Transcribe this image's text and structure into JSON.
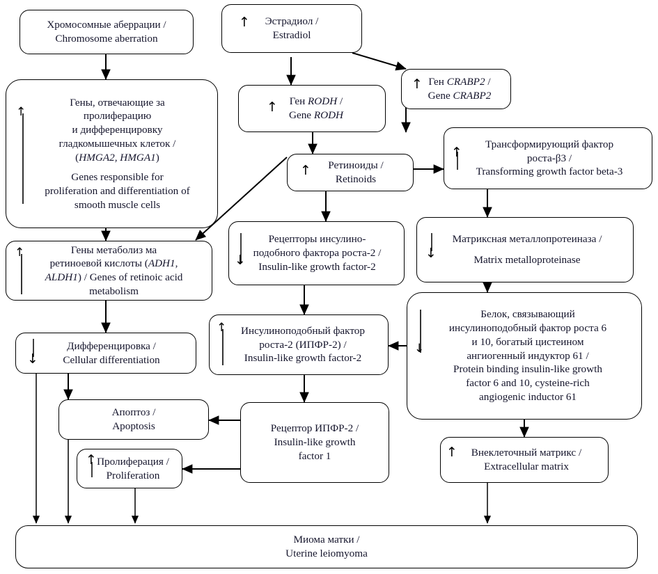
{
  "diagram": {
    "title": "Pathogenesis scheme of uterine leiomyoma",
    "language": "ru/en bilingual",
    "nodes": [
      {
        "id": "chrom_aberr",
        "ru": "Хромосомные аберрации /",
        "en": "Chromosome aberration",
        "marker": "none"
      },
      {
        "id": "estradiol",
        "ru": "Эстрадиол /",
        "en": "Estradiol",
        "marker": "up"
      },
      {
        "id": "crabp2",
        "ru": "Ген CRABP2 /",
        "en": "Gene CRABP2",
        "marker": "up",
        "italic_ru": "CRABP2",
        "italic_en": "CRABP2"
      },
      {
        "id": "rodh",
        "ru": "Ген RODH /",
        "en": "Gene RODH",
        "marker": "up",
        "italic_ru": "RODH",
        "italic_en": "RODH"
      },
      {
        "id": "hmga",
        "ru_lines": [
          "Гены, отвечающие за",
          "пролиферацию",
          "и дифференцировку",
          "гладкомышечных клеток /",
          "(HMGA2, HMGA1)"
        ],
        "en_lines": [
          "Genes responsible for",
          "proliferation and differentiation of",
          "smooth muscle cells"
        ],
        "marker": "up-long"
      },
      {
        "id": "retinoids",
        "ru": "Ретиноиды /",
        "en": "Retinoids",
        "marker": "up"
      },
      {
        "id": "tgfb3",
        "ru_lines": [
          "Трансформирующий фактор",
          "роста-β3 /"
        ],
        "en_lines": [
          "Transforming growth factor beta-3"
        ],
        "marker": "up"
      },
      {
        "id": "igf2r",
        "ru_lines": [
          "Рецепторы инсулино-",
          "подобного  фактора роста-2 /"
        ],
        "en_lines": [
          "Insulin-like growth factor-2"
        ],
        "marker": "down"
      },
      {
        "id": "mmp",
        "ru": "Матриксная металлопротеиназа /",
        "en": "Matrix metalloproteinase",
        "marker": "down"
      },
      {
        "id": "retinoic_genes",
        "ru_lines": [
          "Гены метаболиз ма",
          "ретиноевой кислоты (ADH1,",
          "ALDH1) / Genes of retinoic acid",
          "metabolism"
        ],
        "marker": "up-long"
      },
      {
        "id": "igf2",
        "ru_lines": [
          "Инсулиноподобный фактор",
          "роста-2 (ИПФР-2) /"
        ],
        "en_lines": [
          "Insulin-like growth factor-2"
        ],
        "marker": "up-long"
      },
      {
        "id": "igfbp",
        "ru_lines": [
          "Белок, связывающий",
          "инсулиноподобный фактор роста 6",
          "и 10, богатый цистеином",
          "ангиогенный индуктор 61 /"
        ],
        "en_lines": [
          "Protein binding insulin-like growth",
          "factor 6 and 10, cysteine-rich",
          "angiogenic inductor 61"
        ],
        "marker": "down-long"
      },
      {
        "id": "differentiation",
        "ru": "Дифференцировка /",
        "en": "Cellular differentiation",
        "marker": "down"
      },
      {
        "id": "apoptosis",
        "ru": "Апоптоз /",
        "en": "Apoptosis",
        "marker": "none"
      },
      {
        "id": "igf1r",
        "ru": "Рецептор ИПФР-2 /",
        "en_lines": [
          "Insulin-like growth",
          "factor 1"
        ],
        "marker": "none"
      },
      {
        "id": "proliferation",
        "ru": "Пролиферация /",
        "en": "Proliferation",
        "marker": "up"
      },
      {
        "id": "ecm",
        "ru": "Внеклеточный матрикс /",
        "en": "Extracellular matrix",
        "marker": "up"
      },
      {
        "id": "leiomyoma",
        "ru": "Миома матки /",
        "en": "Uterine leiomyoma",
        "marker": "none"
      }
    ],
    "text": {
      "chrom_aberr_ru": "Хромосомные аберрации /",
      "chrom_aberr_en": "Chromosome aberration",
      "estradiol_ru": "Эстрадиол /",
      "estradiol_en": "Estradiol",
      "crabp2_ru_pre": "Ген ",
      "crabp2_ru_gene": "CRABP2",
      "crabp2_ru_post": " /",
      "crabp2_en_pre": "Gene ",
      "crabp2_en_gene": "CRABP2",
      "rodh_ru_pre": "Ген ",
      "rodh_ru_gene": "RODH",
      "rodh_ru_post": " /",
      "rodh_en_pre": "Gene ",
      "rodh_en_gene": "RODH",
      "hmga_l1": "Гены, отвечающие за",
      "hmga_l2": "пролиферацию",
      "hmga_l3": "и дифференцировку",
      "hmga_l4": "гладкомышечных клеток /",
      "hmga_l5_open": "(",
      "hmga_l5_genes": "HMGA2, HMGA1",
      "hmga_l5_close": ")",
      "hmga_l6": "Genes responsible for",
      "hmga_l7": "proliferation and differentiation of",
      "hmga_l8": "smooth muscle cells",
      "retinoids_ru": "Ретиноиды /",
      "retinoids_en": "Retinoids",
      "tgfb3_l1": "Трансформирующий фактор",
      "tgfb3_l2": "роста-β3 /",
      "tgfb3_l3": "Transforming growth factor beta-3",
      "igf2r_l1": "Рецепторы инсулино-",
      "igf2r_l2": "подобного  фактора роста-2 /",
      "igf2r_l3": "Insulin-like growth factor-2",
      "mmp_ru": "Матриксная металлопротеиназа /",
      "mmp_en": "Matrix metalloproteinase",
      "retgen_l1": "Гены метаболиз ма",
      "retgen_l2a": "ретиноевой кислоты (",
      "retgen_l2b": "ADH1",
      "retgen_l2c": ",",
      "retgen_l3a": "ALDH1",
      "retgen_l3b": ") / Genes of retinoic acid",
      "retgen_l4": "metabolism",
      "igf2_l1": "Инсулиноподобный фактор",
      "igf2_l2": "роста-2 (ИПФР-2) /",
      "igf2_l3": "Insulin-like growth factor-2",
      "igfbp_l1": "Белок, связывающий",
      "igfbp_l2": "инсулиноподобный фактор роста 6",
      "igfbp_l3": "и 10, богатый цистеином",
      "igfbp_l4": "ангиогенный индуктор 61 /",
      "igfbp_l5": "Protein binding insulin-like growth",
      "igfbp_l6": "factor 6 and 10, cysteine-rich",
      "igfbp_l7": "angiogenic inductor 61",
      "diff_ru": "Дифференцировка /",
      "diff_en": "Cellular differentiation",
      "apoptosis_ru": "Апоптоз /",
      "apoptosis_en": "Apoptosis",
      "igf1r_ru": "Рецептор ИПФР-2 /",
      "igf1r_en1": "Insulin-like growth",
      "igf1r_en2": "factor 1",
      "prolif_ru": "Пролиферация /",
      "prolif_en": "Proliferation",
      "ecm_ru": "Внеклеточный матрикс /",
      "ecm_en": "Extracellular matrix",
      "leiomyoma_ru": "Миома матки /",
      "leiomyoma_en": "Uterine leiomyoma"
    },
    "markers": {
      "up": "↑",
      "down": "↓"
    },
    "colors": {
      "stroke": "#000000",
      "text": "#15152c",
      "background": "#ffffff"
    }
  }
}
